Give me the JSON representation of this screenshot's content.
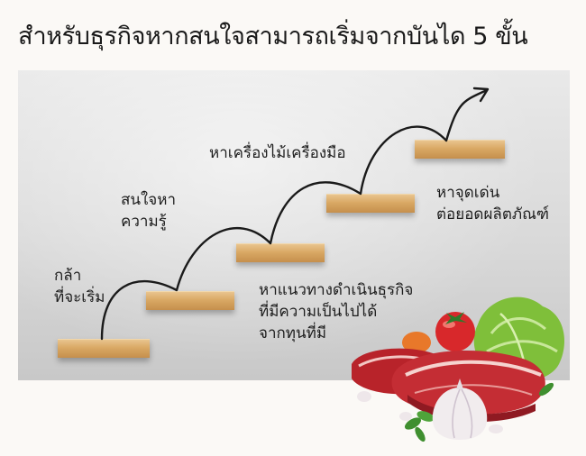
{
  "title": "สำหรับธุรกิจหากสนใจสามารถเริ่มจากบันได 5 ขั้น",
  "steps": [
    {
      "lines": [
        "กล้า",
        "ที่จะเริ่ม"
      ]
    },
    {
      "lines": [
        "สนใจหา",
        "ความรู้"
      ]
    },
    {
      "lines": [
        "หาแนวทางดำเนินธุรกิจ",
        "ที่มีความเป็นไปได้",
        "จากทุนที่มี"
      ]
    },
    {
      "lines": [
        "หาเครื่องไม้เครื่องมือ"
      ]
    },
    {
      "lines": [
        "หาจุดเด่น",
        "ต่อยอดผลิตภัณฑ์"
      ]
    }
  ],
  "colors": {
    "wood": "#d9a864",
    "wall": "#dedede",
    "ink": "#1d1d1d"
  }
}
